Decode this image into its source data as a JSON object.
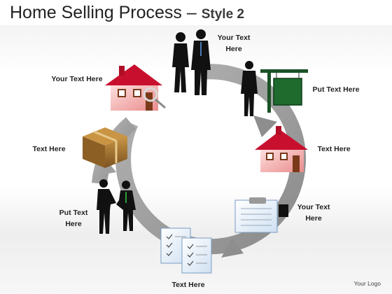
{
  "slide": {
    "title_main": "Home Selling Process",
    "title_sep": " – ",
    "title_style": "Style 2",
    "logo": "Your Logo"
  },
  "labels": {
    "top": "Your Text\nHere",
    "upper_left": "Your Text Here",
    "upper_right": "Put Text Here",
    "mid_left": "Text Here",
    "mid_right": "Text Here",
    "lower_left": "Put Text\nHere",
    "lower_right": "Your Text\nHere",
    "bottom": "Text Here"
  },
  "colors": {
    "ring": "#9a9a9a",
    "roof": "#c8102e",
    "house_wall": "#f4c0c0",
    "sign": "#1e6b2d",
    "box": "#a8782e"
  },
  "icons": [
    "couple-silhouette-icon",
    "agent-with-sign-icon",
    "house-icon",
    "house-magnifier-icon",
    "moving-box-icon",
    "handshake-icon",
    "clipboard-notes-icon",
    "checklist-documents-icon",
    "ring-arrow-icon"
  ]
}
